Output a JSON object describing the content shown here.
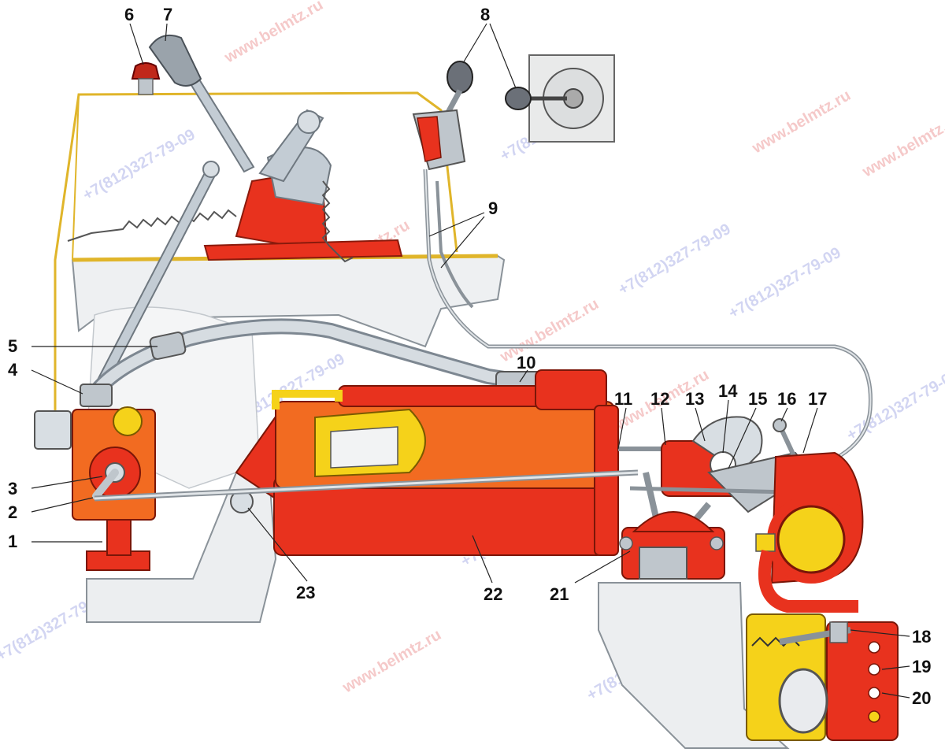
{
  "colors": {
    "red": "#e8321e",
    "orange": "#f26b21",
    "dark_red": "#b8200f",
    "yellow": "#f5d21a",
    "frame_yellow": "#e0b52a",
    "steel": "#b9c3cd",
    "steel_dark": "#7d8791",
    "body_grey": "#e9ebee",
    "line": "#222222"
  },
  "watermarks": {
    "site": "www.belmtz.ru",
    "phone": "+7(812)327-79-09"
  },
  "callouts": [
    "1",
    "2",
    "3",
    "4",
    "5",
    "6",
    "7",
    "8",
    "9",
    "10",
    "11",
    "12",
    "13",
    "14",
    "15",
    "16",
    "17",
    "18",
    "19",
    "20",
    "21",
    "22",
    "23"
  ]
}
